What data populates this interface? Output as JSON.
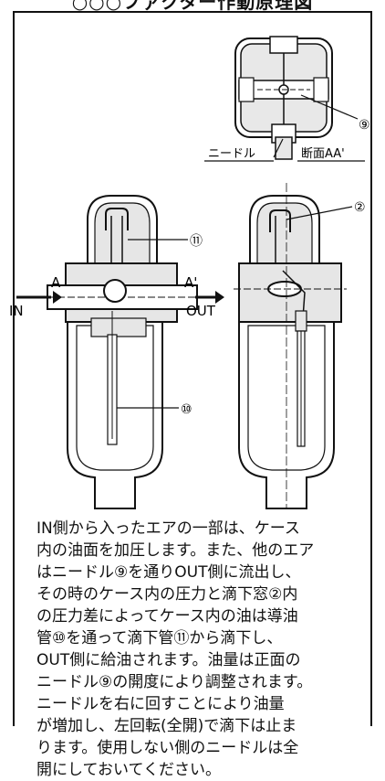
{
  "title": "○○○ファクター作動原理図",
  "labels": {
    "needle": "ニードル",
    "section": "断面AA'",
    "inlet": "IN",
    "outlet": "OUT",
    "port_a": "A",
    "port_a2": "A'",
    "num2": "②",
    "num9": "⑨",
    "num10": "⑩",
    "num11": "⑪"
  },
  "caption": [
    "IN側から入ったエアの一部は、ケース",
    "内の油面を加圧します。また、他のエア",
    "はニードル⑨を通りOUT側に流出し、",
    "その時のケース内の圧力と滴下窓②内",
    "の圧力差によってケース内の油は導油",
    "管⑩を通って滴下管⑪から滴下し、",
    "OUT側に給油されます。油量は正面の",
    "ニードル⑨の開度により調整されます。",
    "ニードルを右に回すことにより油量",
    "が増加し、左回転(全開)で滴下は止ま",
    "ります。使用しない側のニードルは全",
    "開にしておいてください。"
  ]
}
